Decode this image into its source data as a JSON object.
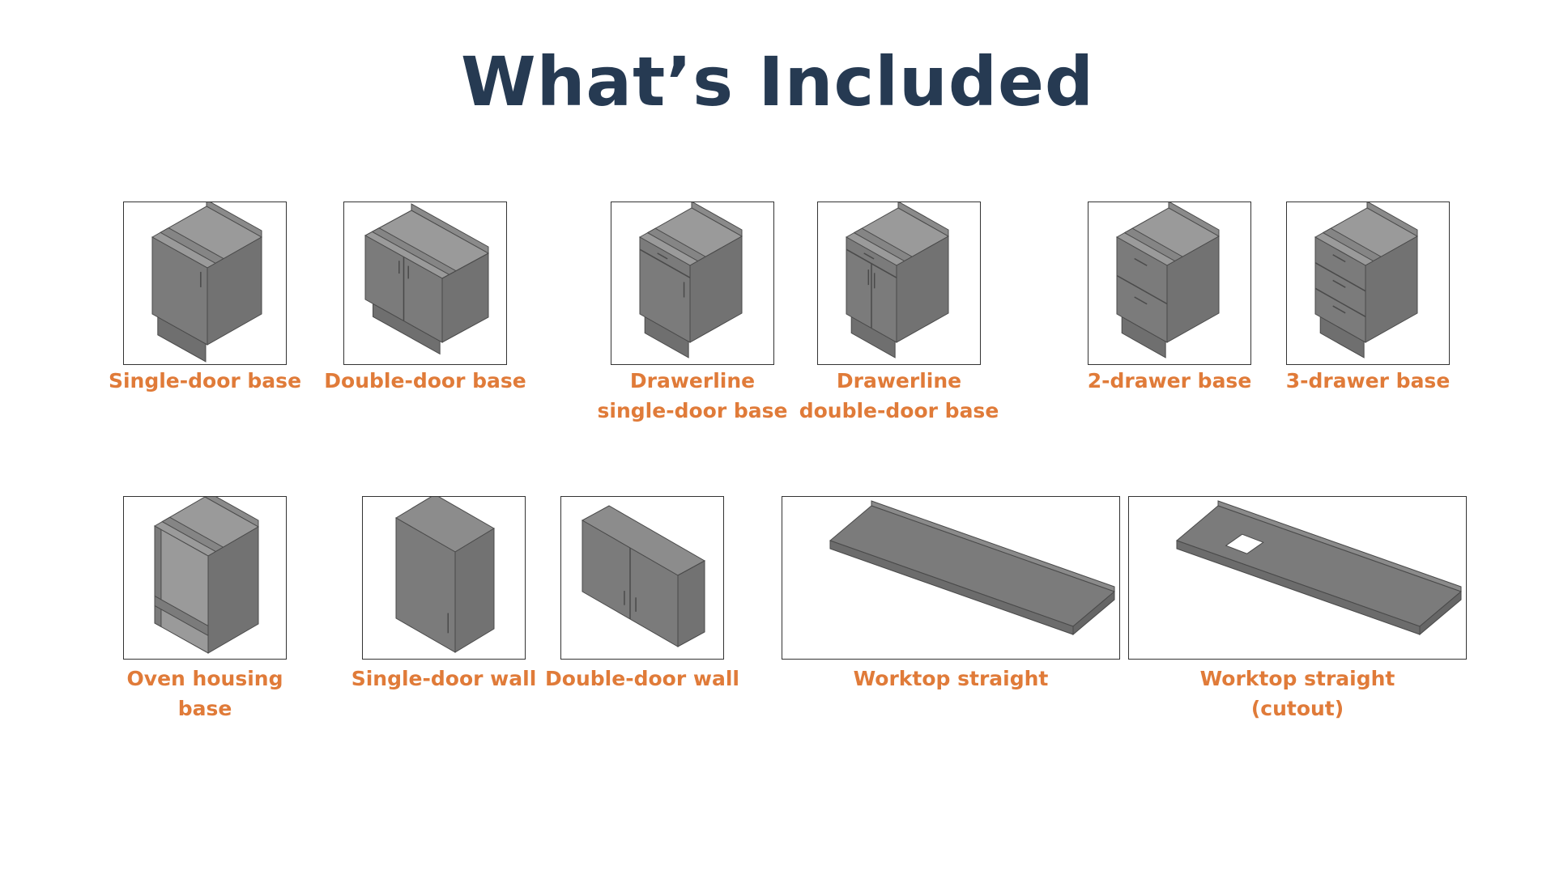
{
  "title": "What’s Included",
  "items": [
    {
      "type": "single-door-base",
      "label_lines": [
        "Single-door base"
      ]
    },
    {
      "type": "double-door-base",
      "label_lines": [
        "Double-door base"
      ]
    },
    {
      "type": "drawerline-single-door-base",
      "label_lines": [
        "Drawerline",
        "single-door base"
      ]
    },
    {
      "type": "drawerline-double-door-base",
      "label_lines": [
        "Drawerline",
        "double-door base"
      ]
    },
    {
      "type": "2-drawer-base",
      "label_lines": [
        "2-drawer base"
      ]
    },
    {
      "type": "3-drawer-base",
      "label_lines": [
        "3-drawer base"
      ]
    },
    {
      "type": "oven-housing-base",
      "label_lines": [
        "Oven housing",
        "base"
      ]
    },
    {
      "type": "single-door-wall",
      "label_lines": [
        "Single-door wall"
      ]
    },
    {
      "type": "double-door-wall",
      "label_lines": [
        "Double-door wall"
      ]
    },
    {
      "type": "worktop-straight",
      "label_lines": [
        "Worktop straight"
      ]
    },
    {
      "type": "worktop-straight-cutout",
      "label_lines": [
        "Worktop straight",
        "(cutout)"
      ]
    }
  ],
  "colors": {
    "title": "#263a52",
    "label": "#e07b39",
    "cabinet": "#7b7b7b"
  }
}
